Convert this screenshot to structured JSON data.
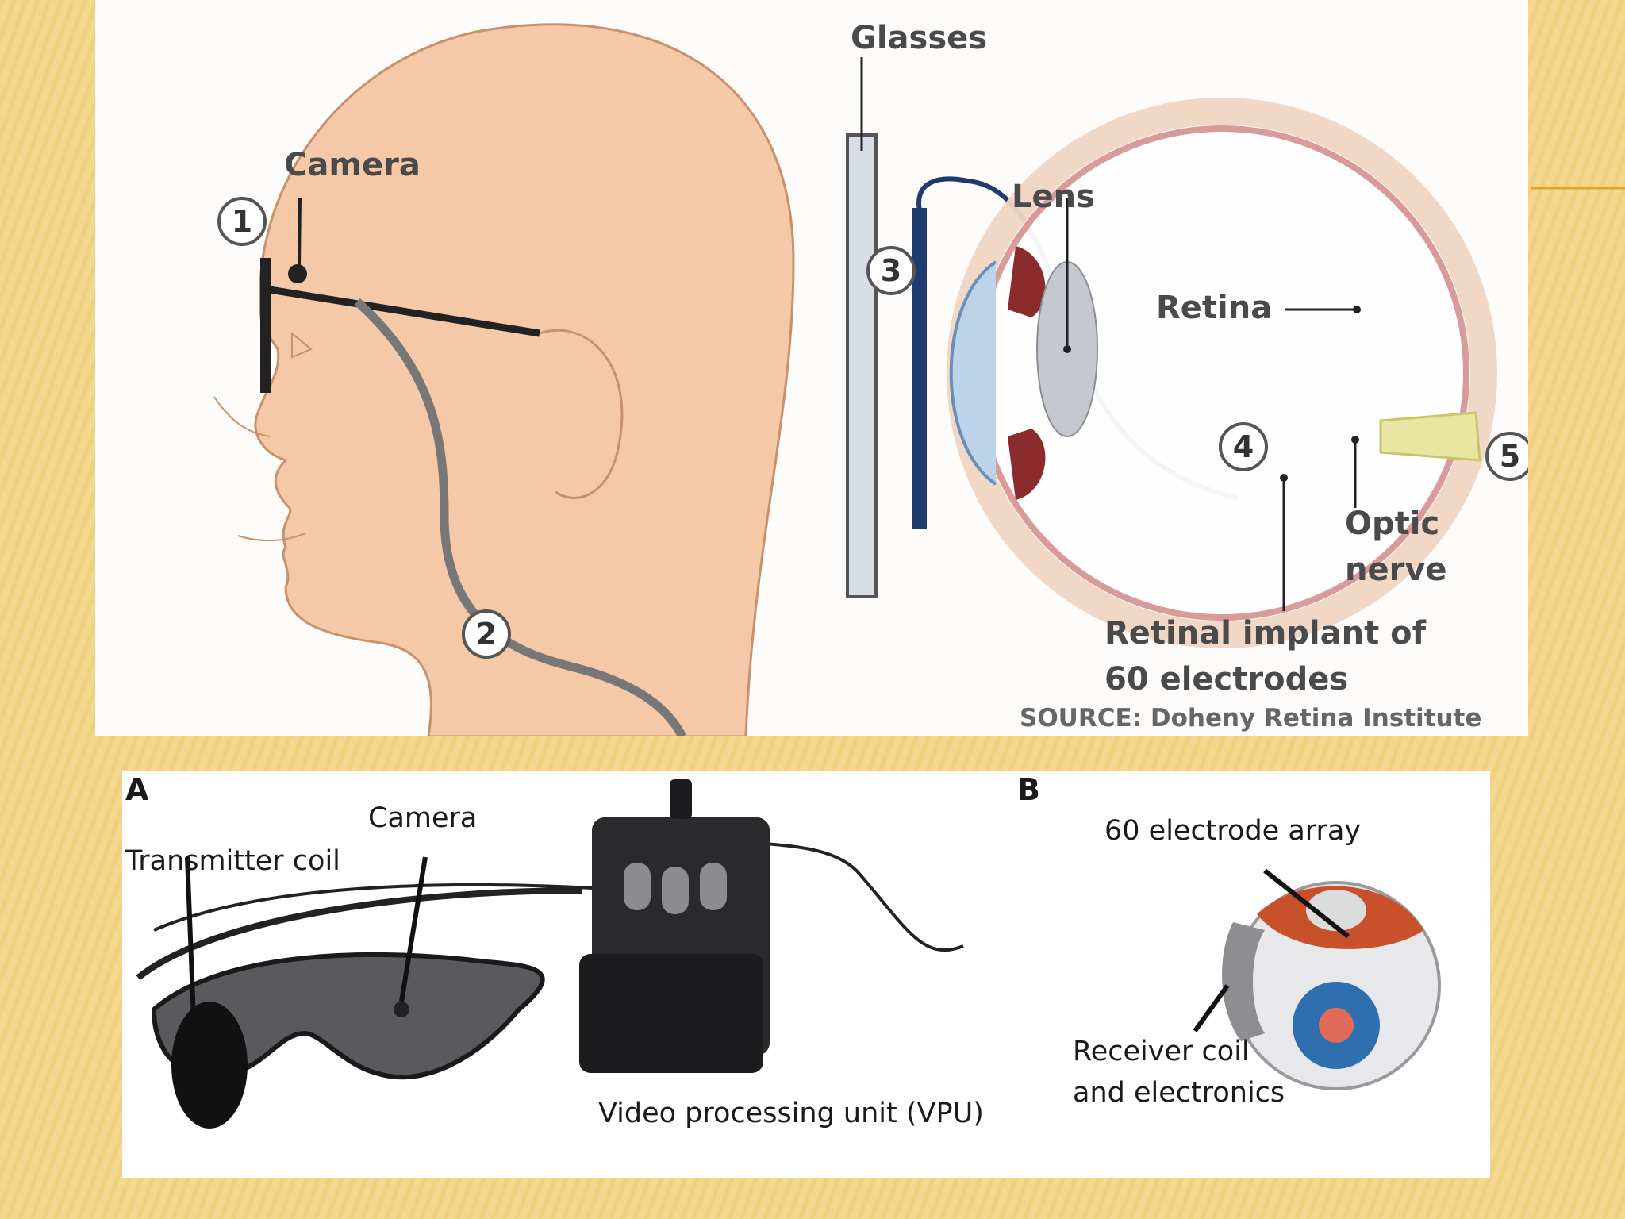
{
  "colors": {
    "background": "#f3d98a",
    "accent_line": "#e8a020",
    "skin": "#f5c8a8",
    "panel": "#fdfcfb"
  },
  "top_figure": {
    "labels": {
      "camera": "Camera",
      "glasses": "Glasses",
      "lens": "Lens",
      "retina": "Retina",
      "optic_nerve_line1": "Optic",
      "optic_nerve_line2": "nerve",
      "implant_line1": "Retinal implant of",
      "implant_line2": "60 electrodes",
      "source": "SOURCE: Doheny Retina Institute"
    },
    "markers": [
      "1",
      "2",
      "3",
      "4",
      "5"
    ]
  },
  "bottom_figure": {
    "panel_a_letter": "A",
    "panel_b_letter": "B",
    "labels": {
      "camera": "Camera",
      "transmitter_coil": "Transmitter coil",
      "vpu": "Video processing unit (VPU)",
      "electrode_array": "60 electrode array",
      "receiver_line1": "Receiver coil",
      "receiver_line2": "and electronics"
    }
  }
}
